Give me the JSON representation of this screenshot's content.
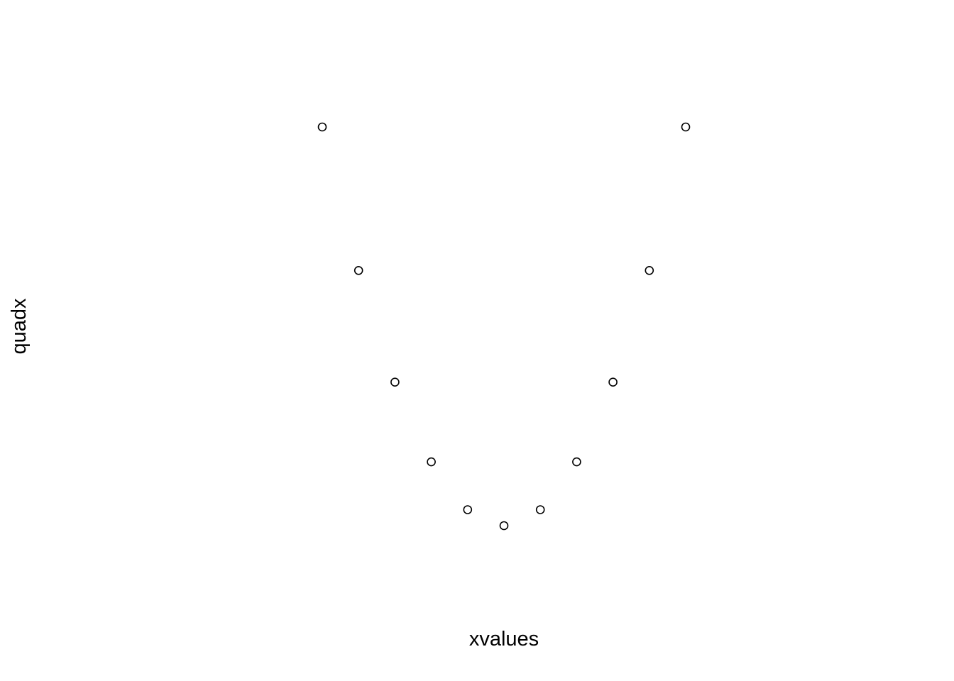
{
  "chart_data": {
    "type": "scatter",
    "title": "",
    "xlabel": "xvalues",
    "ylabel": "quadx",
    "marker": "open-circle",
    "point_color": "#000000",
    "background": "#ffffff",
    "grid": false,
    "axes_drawn": false,
    "x": [
      -5,
      -4,
      -3,
      -2,
      -1,
      0,
      1,
      2,
      3,
      4,
      5
    ],
    "y": [
      25,
      16,
      9,
      4,
      1,
      0,
      1,
      4,
      9,
      16,
      25
    ],
    "xlim": [
      -5,
      5
    ],
    "ylim": [
      0,
      25
    ]
  }
}
